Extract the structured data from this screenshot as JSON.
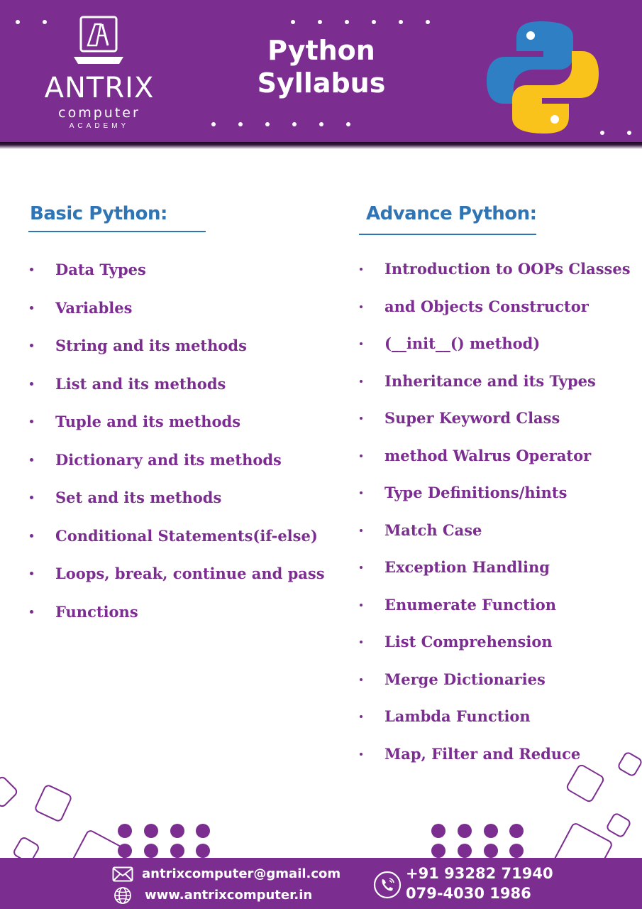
{
  "header": {
    "brand_name": "ANTRIX",
    "brand_sub": "computer",
    "brand_sub2": "ACADEMY",
    "title_line1": "Python",
    "title_line2": "Syllabus"
  },
  "basic": {
    "heading": "Basic Python:",
    "items": [
      "Data Types",
      "Variables",
      "String and its methods",
      "List and its methods",
      "Tuple and its methods",
      "Dictionary and its methods",
      "Set and its methods",
      "Conditional Statements(if-else)",
      "Loops, break, continue and pass",
      "Functions"
    ]
  },
  "advance": {
    "heading": "Advance Python:",
    "items": [
      "Introduction to OOPs Classes",
      "and Objects Constructor",
      "(__init__() method)",
      "Inheritance and its Types",
      "Super Keyword Class",
      "method Walrus Operator",
      "Type Definitions/hints",
      "Match Case",
      "Exception Handling",
      "Enumerate Function",
      "List Comprehension",
      "Merge Dictionaries",
      "Lambda Function",
      "Map, Filter and Reduce"
    ]
  },
  "footer": {
    "email": "antrixcomputer@gmail.com",
    "website": "www.antrixcomputer.in",
    "phone1": "+91 93282 71940",
    "phone2": "079-4030 1986"
  },
  "colors": {
    "brand_purple": "#7b2d90",
    "heading_blue": "#2f74b5",
    "python_blue": "#2f7fc4",
    "python_yellow": "#f9c31c"
  },
  "icons": [
    "laptop-logo-icon",
    "python-logo-icon",
    "mail-icon",
    "globe-icon",
    "phone-icon"
  ]
}
